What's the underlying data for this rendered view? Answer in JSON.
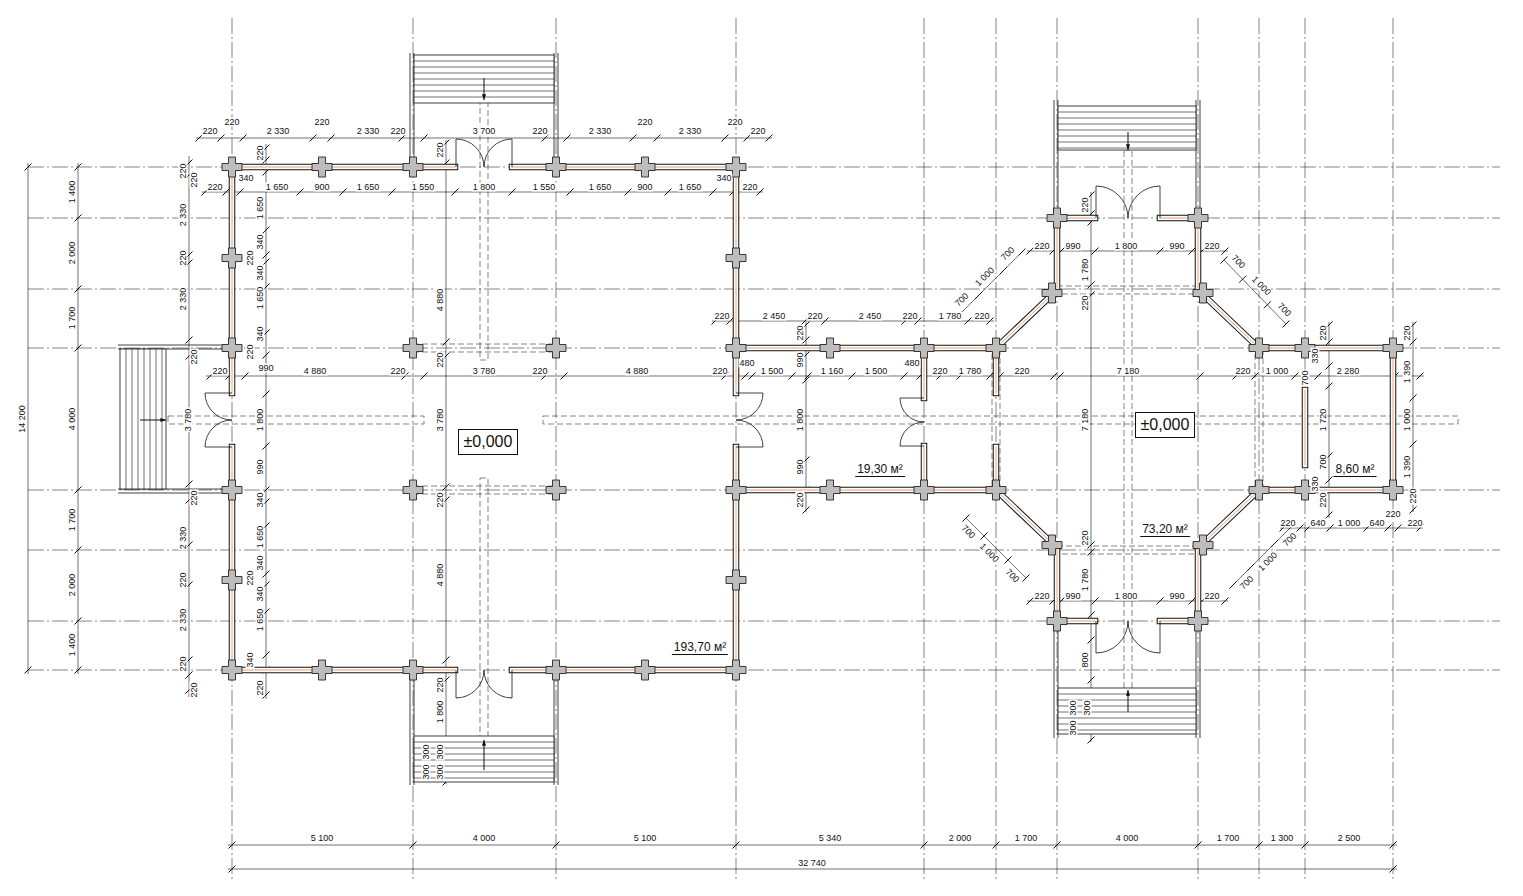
{
  "diagram": {
    "nodes": [
      {
        "text": [
          "±0,000"
        ]
      },
      {
        "text": [
          "±0,000"
        ]
      }
    ],
    "labels": [
      "220",
      "220",
      "2 330",
      "220",
      "2 330",
      "220",
      "3 700",
      "220",
      "2 330",
      "220",
      "2 330",
      "220",
      "220",
      "220",
      "340",
      "1 650",
      "900",
      "1 650",
      "1 550",
      "1 800",
      "1 550",
      "1 650",
      "900",
      "1 650",
      "340",
      "220",
      "1 400",
      "2 000",
      "1 700",
      "4 000",
      "1 700",
      "2 000",
      "1 400",
      "14 200",
      "220",
      "220",
      "2 330",
      "220",
      "2 330",
      "220",
      "3 780",
      "220",
      "2 330",
      "220",
      "2 330",
      "220",
      "220",
      "220",
      "1 650",
      "340",
      "220",
      "340",
      "1 650",
      "340",
      "220",
      "1 800",
      "990",
      "340",
      "1 650",
      "340",
      "220",
      "340",
      "1 650",
      "340",
      "220",
      "220",
      "990",
      "4 880",
      "220",
      "3 780",
      "220",
      "4 880",
      "220",
      "480",
      "220",
      "4 880",
      "220",
      "3 780",
      "220",
      "4 880",
      "220",
      "1 800",
      "300",
      "300",
      "300",
      "300",
      "193,70 м²",
      "220",
      "2 450",
      "220",
      "2 450",
      "220",
      "1 780",
      "220",
      "220",
      "1 500",
      "990",
      "1 160",
      "1 500",
      "480",
      "220",
      "1 780",
      "220",
      "1 800",
      "990",
      "220",
      "19,30 м²",
      "220",
      "220",
      "990",
      "1 800",
      "990",
      "220",
      "700",
      "1 000",
      "700",
      "700",
      "1 000",
      "700",
      "1 780",
      "220",
      "7 180",
      "7 180",
      "220",
      "1 000",
      "220",
      "330",
      "700",
      "2 280",
      "220",
      "1 390",
      "1 720",
      "1 000",
      "700",
      "1 390",
      "73,20 м²",
      "8,60 м²",
      "220",
      "330",
      "220",
      "220",
      "220",
      "640",
      "1 000",
      "640",
      "220",
      "700",
      "1 000",
      "700",
      "700",
      "1 000",
      "700",
      "220",
      "1 780",
      "220",
      "990",
      "1 800",
      "990",
      "220",
      "800",
      "300",
      "300",
      "300",
      "5 100",
      "4 000",
      "5 100",
      "5 340",
      "2 000",
      "1 700",
      "4 000",
      "1 700",
      "1 300",
      "2 500",
      "32 740"
    ]
  }
}
